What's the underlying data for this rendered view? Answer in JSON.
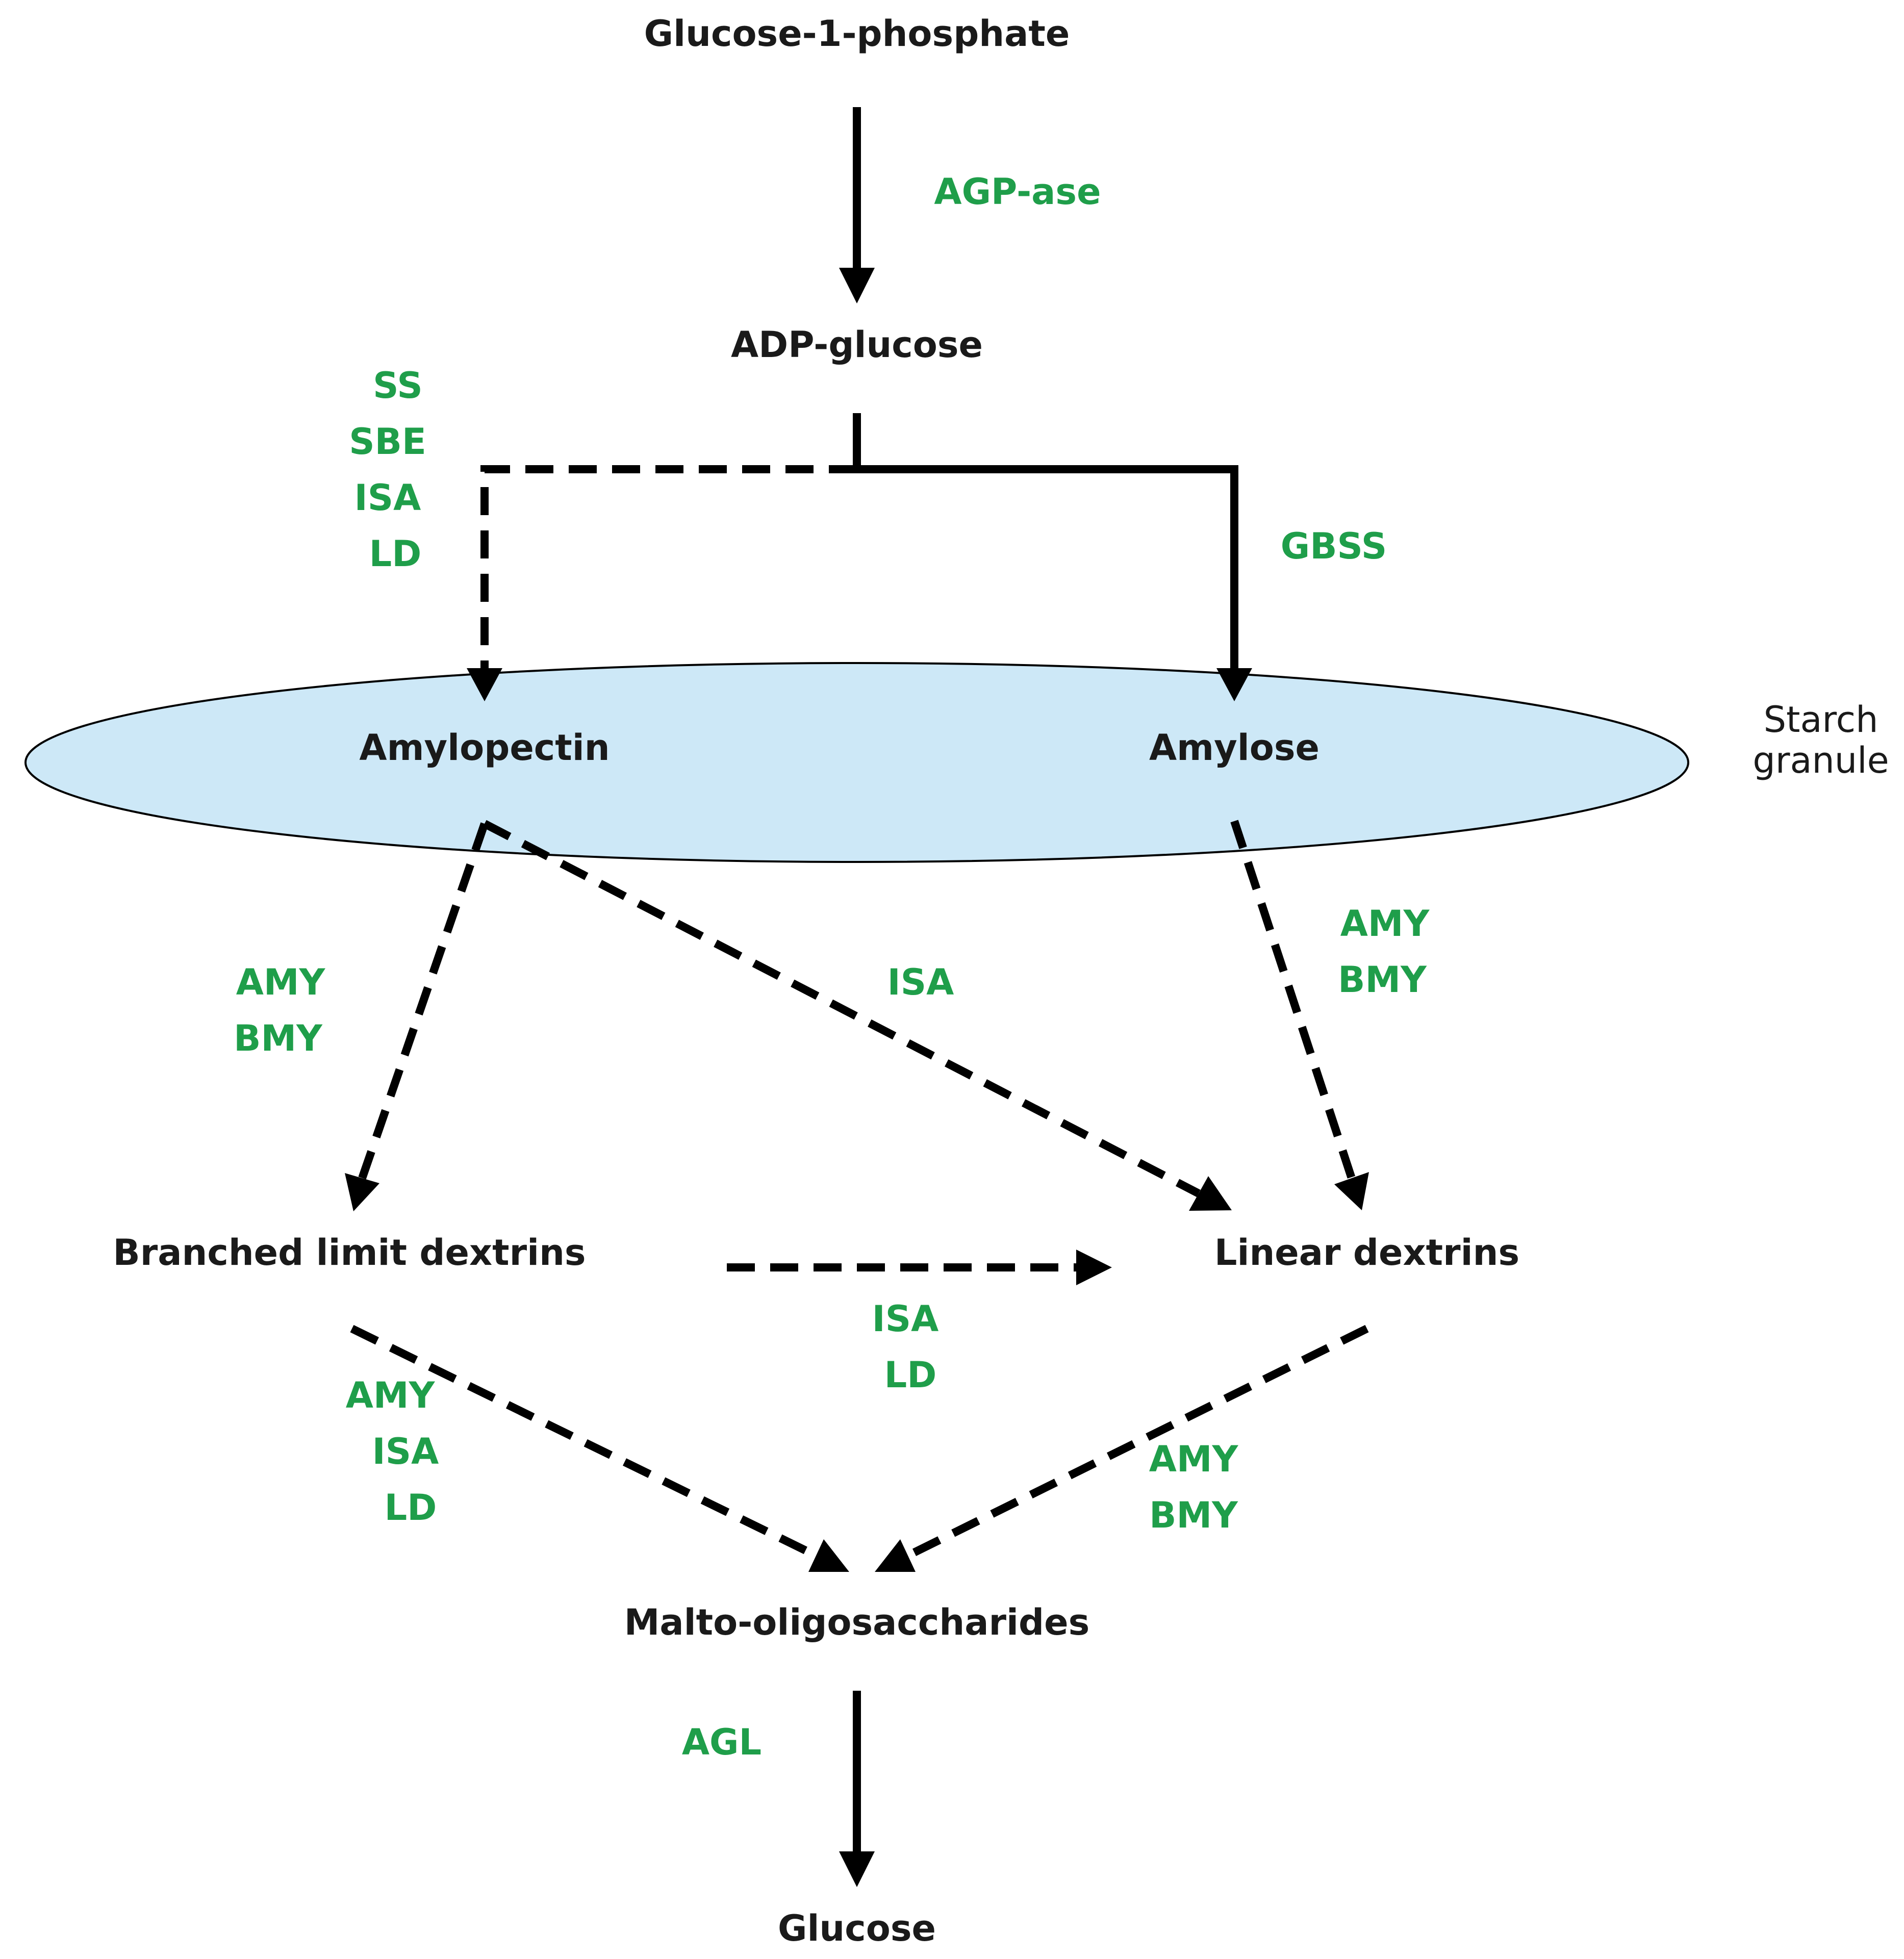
{
  "colors": {
    "metabolite": "#1a1a1a",
    "enzyme": "#1f9e4a",
    "granule_fill": "#cde8f7",
    "arrow": "#000000"
  },
  "nodes": {
    "glucose_1_phosphate": "Glucose-1-phosphate",
    "adp_glucose": "ADP-glucose",
    "amylopectin": "Amylopectin",
    "amylose": "Amylose",
    "branched_limit_dextrins": "Branched limit dextrins",
    "linear_dextrins": "Linear dextrins",
    "malto_oligosaccharides": "Malto-oligosaccharides",
    "glucose": "Glucose"
  },
  "granule": {
    "label_line1": "Starch",
    "label_line2": "granule"
  },
  "enzymes": {
    "g1p_to_adpg": [
      "AGP-ase"
    ],
    "adpg_to_amylopectin": [
      "SS",
      "SBE",
      "ISA",
      "LD"
    ],
    "adpg_to_amylose": [
      "GBSS"
    ],
    "amylopectin_to_branched": [
      "AMY",
      "BMY"
    ],
    "amylopectin_to_linear": [
      "ISA"
    ],
    "amylose_to_linear": [
      "AMY",
      "BMY"
    ],
    "branched_to_linear": [
      "ISA",
      "LD"
    ],
    "branched_to_malto": [
      "AMY",
      "ISA",
      "LD"
    ],
    "linear_to_malto": [
      "AMY",
      "BMY"
    ],
    "malto_to_glucose": [
      "AGL"
    ]
  }
}
